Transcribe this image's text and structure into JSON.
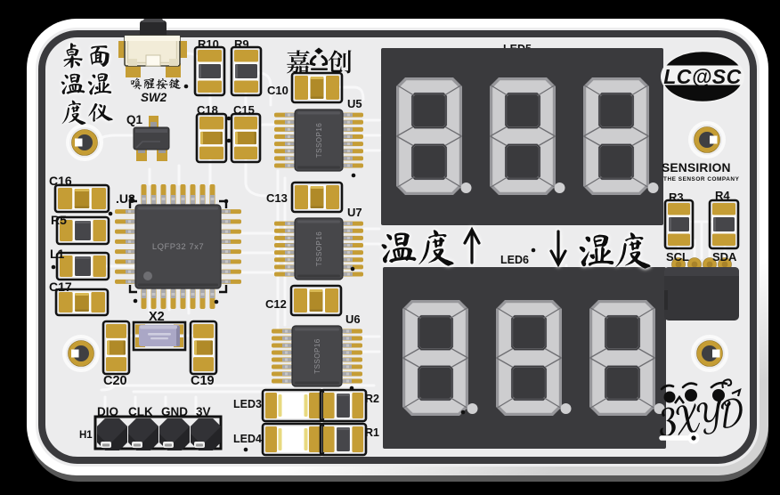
{
  "scene": {
    "description": "3D render of a white PCB - desktop temperature & humidity meter",
    "background_color": "#000000",
    "board_color": "#f7f7f7",
    "surface_color": "#ececed",
    "silkscreen_color": "#111111",
    "pad_color": "#c59d35",
    "frame_color": "#3a3a3d"
  },
  "silkscreen": {
    "title": "桌面温湿度仪",
    "title_rows": [
      "桌面",
      "温湿",
      "度仪"
    ],
    "wake_label": "唤醒按键",
    "brand_name": "嘉立创",
    "brand_left": "嘉",
    "brand_right": "创",
    "temp_label": "温度",
    "humidity_label": "湿度",
    "arrow_up": "↑",
    "arrow_down": "↓",
    "logo_text": "LC@SC",
    "sensor_brand": "SENSIRION",
    "sensor_brand_sub": "THE SENSOR COMPANY",
    "signature": "3XYD",
    "header_pin_labels": [
      "DIO",
      "CLK",
      "GND",
      "3V"
    ]
  },
  "refdes": {
    "sw2": "SW2",
    "q1": "Q1",
    "r10": "R10",
    "r9": "R9",
    "c18": "C18",
    "c15": "C15",
    "c10": "C10",
    "u5": "U5",
    "c13": "C13",
    "u7": "U7",
    "c12": "C12",
    "u6": "U6",
    "c16": "C16",
    "r5": "R5",
    "l1": "L1",
    "c17": "C17",
    "u8": ".U8",
    "x2": "X2",
    "c20": "C20",
    "c19": "C19",
    "h1": "H1",
    "led3": "LED3",
    "led4": "LED4",
    "r2": "R2",
    "r1": "R1",
    "led5": "LED5",
    "led6": "LED6",
    "r3": "R3",
    "r4": "R4",
    "scl": "SCL",
    "sda": "SDA"
  },
  "chips": {
    "u8_marking": "LQFP32 7x7",
    "u5_marking": "TSSOP16",
    "u7_marking": "TSSOP16",
    "u6_marking": "TSSOP16"
  },
  "displays": {
    "led5": {
      "label": "LED5",
      "digits": 3,
      "segments_state": "all-on-unlit",
      "decimal_points": true
    },
    "led6": {
      "label": "LED6",
      "digits": 3,
      "segments_state": "all-on-unlit",
      "decimal_points": true
    }
  }
}
